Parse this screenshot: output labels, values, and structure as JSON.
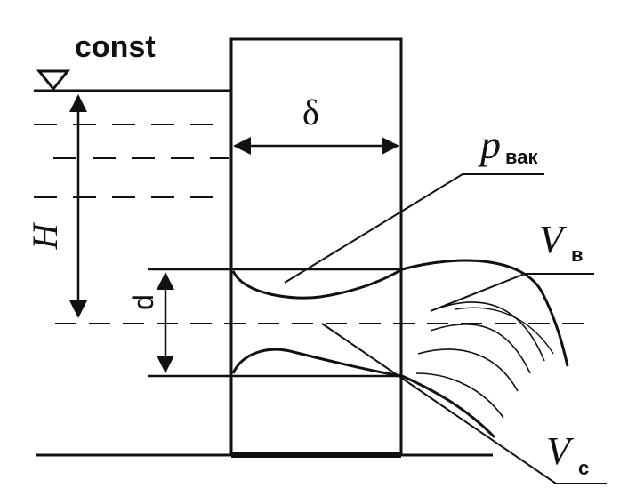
{
  "diagram": {
    "labels": {
      "const": "const",
      "delta": "δ",
      "H": "H",
      "d": "d",
      "p_main": "p",
      "p_sub": "вак",
      "Vb_main": "V",
      "Vb_sub": "в",
      "Vc_main": "V",
      "Vc_sub": "с"
    },
    "colors": {
      "ink": "#111111",
      "background": "#ffffff"
    },
    "icons": {
      "water_level_marker": "triangle-down-icon"
    }
  }
}
